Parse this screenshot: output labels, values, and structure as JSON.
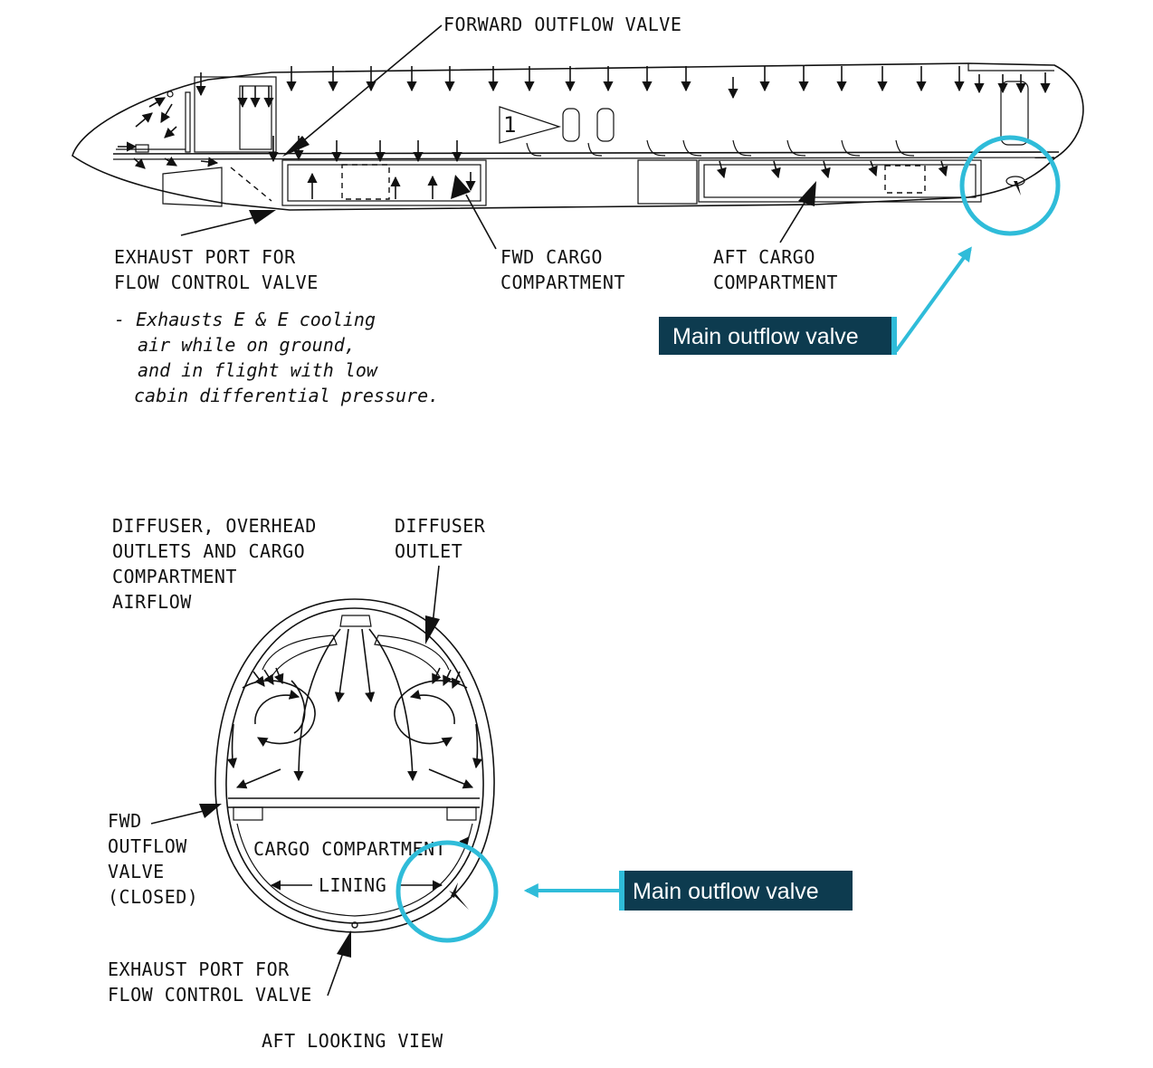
{
  "colors": {
    "accent": "#2fbcd9",
    "callout_bg": "#0d3b4f",
    "ink": "#111111"
  },
  "side_view": {
    "forward_outflow_valve": "FORWARD OUTFLOW VALVE",
    "exhaust_port": [
      "EXHAUST PORT FOR",
      "FLOW CONTROL VALVE"
    ],
    "exhaust_note": [
      "- Exhausts E & E cooling",
      "air while on ground,",
      "and in flight with low",
      "cabin differential pressure."
    ],
    "fwd_cargo": [
      "FWD CARGO",
      "COMPARTMENT"
    ],
    "aft_cargo": [
      "AFT CARGO",
      "COMPARTMENT"
    ],
    "zone_number": "1",
    "callout": "Main outflow valve"
  },
  "aft_view": {
    "diffuser_overhead": [
      "DIFFUSER, OVERHEAD",
      "OUTLETS AND CARGO",
      "COMPARTMENT",
      "AIRFLOW"
    ],
    "diffuser_outlet": [
      "DIFFUSER",
      "OUTLET"
    ],
    "fwd_outflow_closed": [
      "FWD",
      "OUTFLOW",
      "VALVE",
      "(CLOSED)"
    ],
    "cargo_compartment": "CARGO COMPARTMENT",
    "lining": "LINING",
    "exhaust_port": [
      "EXHAUST PORT FOR",
      "FLOW CONTROL VALVE"
    ],
    "view_title": "AFT LOOKING VIEW",
    "callout": "Main outflow valve"
  }
}
